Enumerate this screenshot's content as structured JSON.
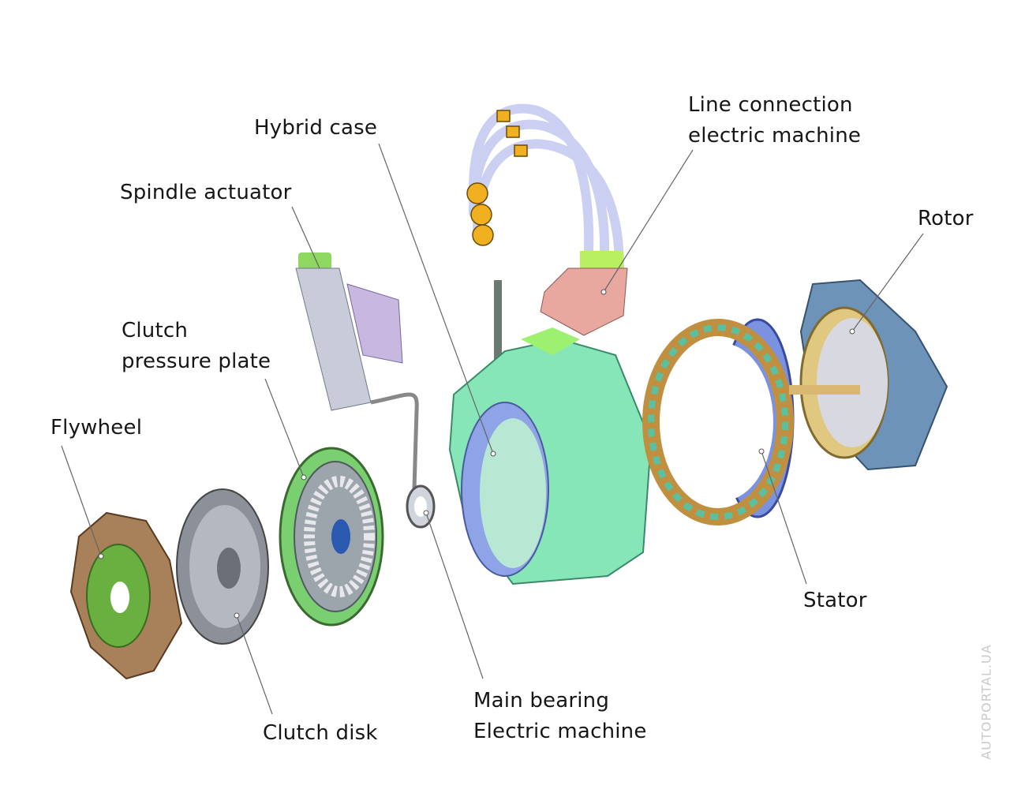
{
  "labels": {
    "hybrid_case": "Hybrid case",
    "line_connection_1": "Line connection",
    "line_connection_2": "electric machine",
    "spindle_actuator": "Spindle actuator",
    "rotor": "Rotor",
    "clutch_pressure_plate_1": "Clutch",
    "clutch_pressure_plate_2": "pressure plate",
    "flywheel": "Flywheel",
    "stator": "Stator",
    "main_bearing_1": "Main bearing",
    "main_bearing_2": "Electric machine",
    "clutch_disk": "Clutch disk"
  },
  "watermark": "AUTOPORTAL.UA",
  "colors": {
    "case": "#7fe0b0",
    "stator": "#6b86d6",
    "rotor": "#5f86b0",
    "flywheel": "#a07a55",
    "cables": "#c9cdf0",
    "connector": "#f0b020"
  }
}
